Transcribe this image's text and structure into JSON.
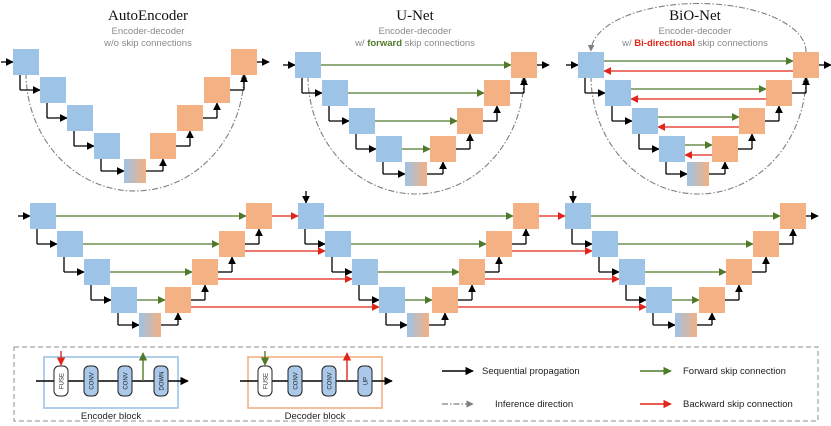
{
  "titles": {
    "autoencoder": {
      "title": "AutoEncoder",
      "line1": "Encoder-decoder",
      "line2": "w/o skip connections"
    },
    "unet": {
      "title": "U-Net",
      "line1": "Encoder-decoder",
      "line2_pre": "w/ ",
      "line2_hl": "forward",
      "line2_post": " skip connections"
    },
    "bionet": {
      "title": "BiO-Net",
      "line1": "Encoder-decoder",
      "line2_pre": "w/ ",
      "line2_hl": "Bi-directional",
      "line2_post": " skip connections"
    }
  },
  "legend": {
    "sequential": "Sequential propagation",
    "inference": "Inference direction",
    "forward": "Forward skip connection",
    "backward": "Backward skip connection"
  },
  "blocks": {
    "encoder": {
      "label": "Encoder block",
      "chips": [
        "FUSE",
        "CONV",
        "CONV",
        "DOWN"
      ]
    },
    "decoder": {
      "label": "Decoder block",
      "chips": [
        "FUSE",
        "CONV",
        "CONV",
        "UP"
      ]
    }
  },
  "colors": {
    "encoder": "#9dc3e6",
    "decoder": "#f4b183",
    "forward": "#4f7a2a",
    "backward": "#e0261a",
    "sequential": "#000000",
    "inference": "#7f7f7f",
    "chip": "#a9c8ea"
  }
}
